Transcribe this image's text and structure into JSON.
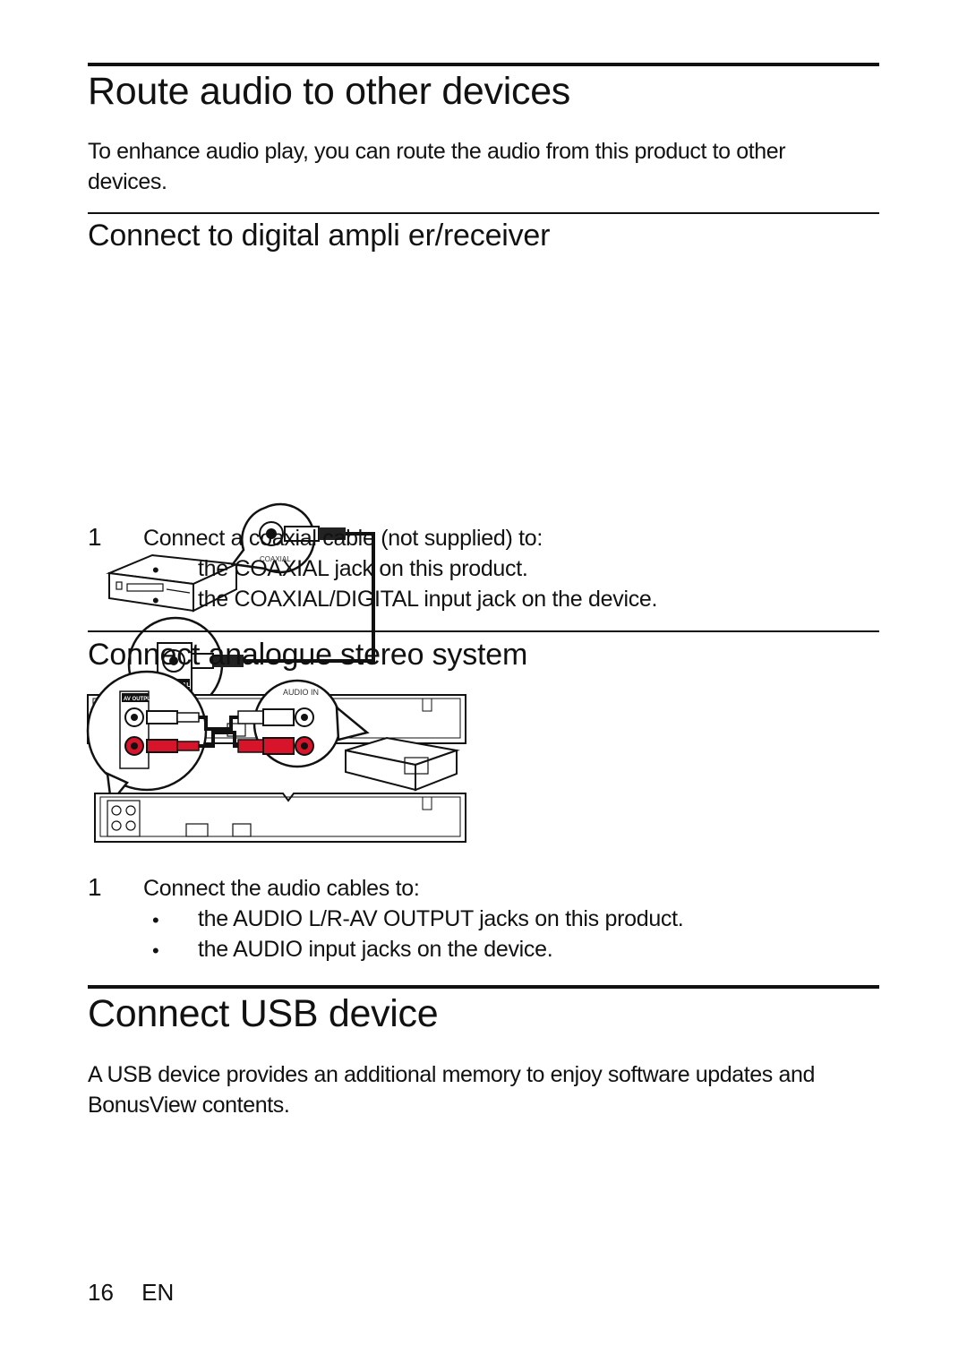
{
  "sections": {
    "route": {
      "title": "Route audio to other devices",
      "intro_line1": "To enhance audio play, you can route the audio from this product to other",
      "intro_line2": "devices."
    },
    "digital": {
      "title": "Connect to digital ampli er/receiver",
      "figure_labels": {
        "coaxial_callout": "COAXIAL",
        "coaxial_jack": "COAXIAL"
      },
      "step_number": "1",
      "step_text": "Connect a coaxial cable (not supplied) to:",
      "bullets": [
        "the COAXIAL jack on this product.",
        "the COAXIAL/DIGITAL input jack on the device."
      ]
    },
    "analogue": {
      "title": "Connect analogue stereo system",
      "figure_labels": {
        "audio_in": "AUDIO IN",
        "av_output": "AV OUTPUT"
      },
      "step_number": "1",
      "step_text": "Connect the audio cables to:",
      "bullets": [
        "the AUDIO L/R-AV OUTPUT jacks on this product.",
        "the AUDIO input jacks on the device."
      ]
    },
    "usb": {
      "title": "Connect USB device",
      "intro_line1": "A USB device provides an additional memory to enjoy software updates and",
      "intro_line2": "BonusView contents."
    }
  },
  "footer": {
    "page_number": "16",
    "language": "EN"
  },
  "bullet_char": "•",
  "colors": {
    "text": "#111111",
    "rca_red": "#d7142a",
    "cable": "#111111"
  }
}
